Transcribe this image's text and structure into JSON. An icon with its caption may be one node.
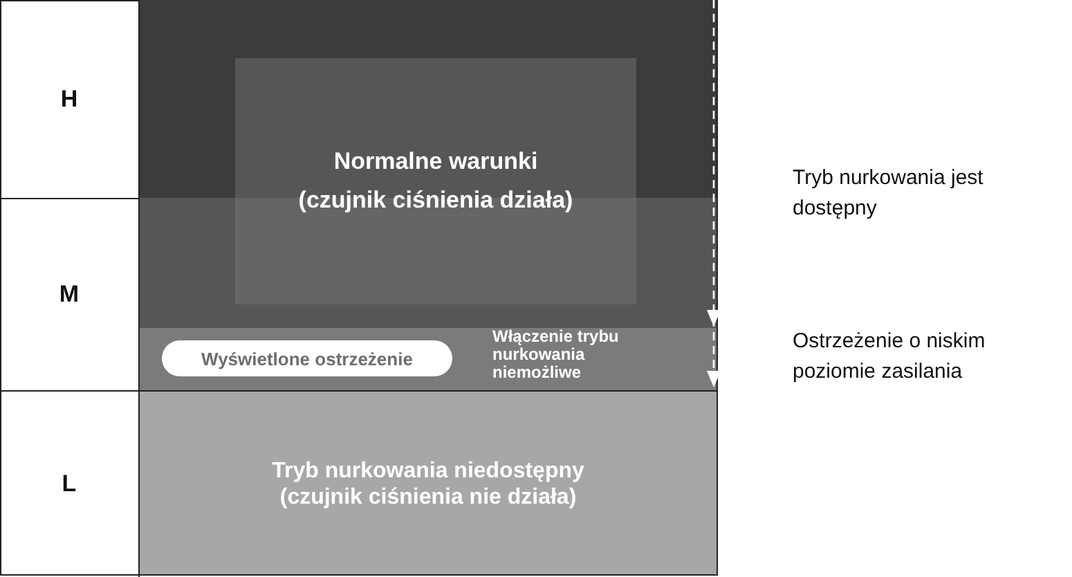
{
  "diagram": {
    "nodes": [
      {
        "text": [
          "H"
        ]
      },
      {
        "text": [
          "M"
        ]
      },
      {
        "text": [
          "L"
        ]
      },
      {
        "text": [
          "Normalne warunki",
          "(czujnik ciśnienia działa)"
        ]
      },
      {
        "text": [
          "Włączenie trybu nurkowania niemożliwe"
        ]
      },
      {
        "text": [
          "Wyświetlone ostrzeżenie"
        ],
        "in": 4
      },
      {
        "text": [
          "Tryb nurkowania niedostępny (czujnik ciśnienia nie działa)"
        ]
      }
    ],
    "edges": [],
    "labels": [
      "Tryb nurkowania jest dostępny",
      "Ostrzeżenie o niskim poziomie zasilania"
    ]
  }
}
